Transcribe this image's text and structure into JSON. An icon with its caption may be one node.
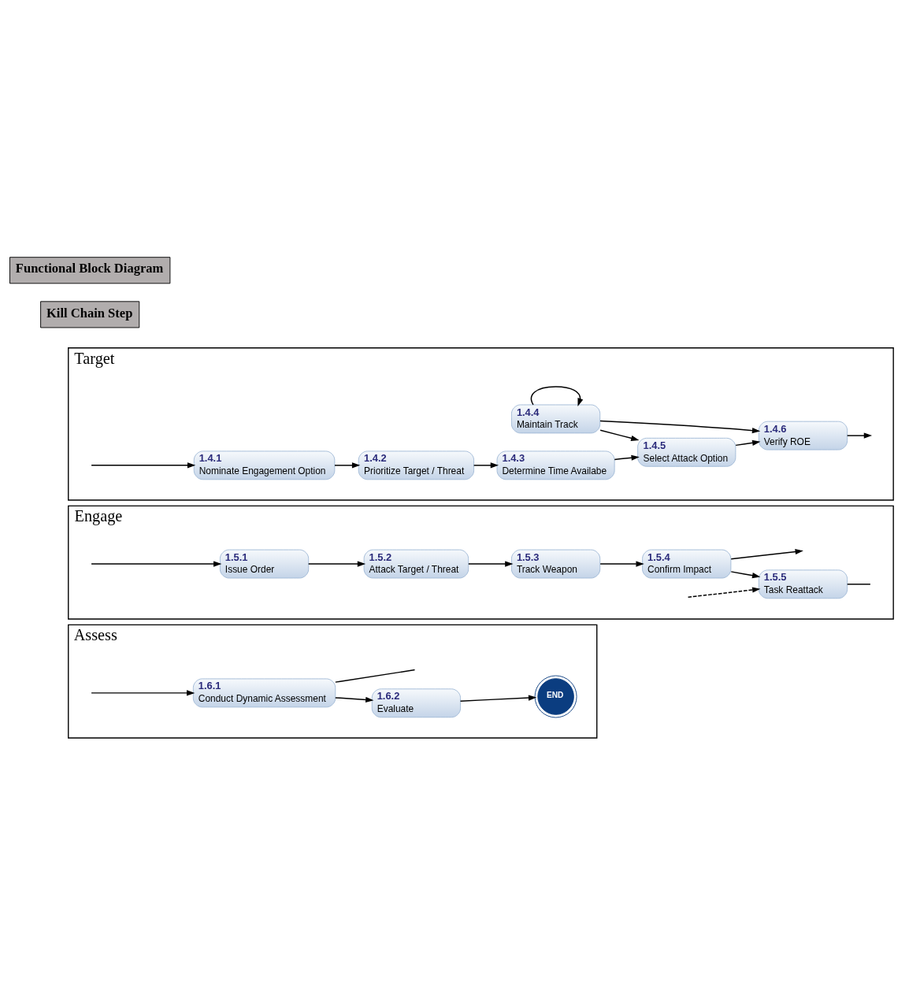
{
  "diagram": {
    "nodes": [
      {
        "text": [
          "Target"
        ]
      },
      {
        "text": [
          "1.4.1",
          "Nominate Engagement Option"
        ],
        "in": 0
      },
      {
        "text": [
          "1.4.2",
          "Prioritize Target / Threat"
        ],
        "in": 0
      },
      {
        "text": [
          "1.4.3",
          "Determine Time Availabe"
        ],
        "in": 0
      },
      {
        "text": [
          "1.4.4",
          "Maintain Track"
        ],
        "in": 0
      },
      {
        "text": [
          "1.4.5",
          "Select Attack Option"
        ],
        "in": 0
      },
      {
        "text": [
          "1.4.6",
          "Verify ROE"
        ],
        "in": 0
      },
      {
        "text": [
          "Engage"
        ]
      },
      {
        "text": [
          "1.5.1",
          "Issue Order"
        ],
        "in": 7
      },
      {
        "text": [
          "1.5.2",
          "Attack Target / Threat"
        ],
        "in": 7
      },
      {
        "text": [
          "1.5.3",
          "Track Weapon"
        ],
        "in": 7
      },
      {
        "text": [
          "1.5.4",
          "Confirm Impact"
        ],
        "in": 7
      },
      {
        "text": [
          "1.5.5",
          "Task Reattack"
        ],
        "in": 7
      },
      {
        "text": [
          "Assess"
        ]
      },
      {
        "text": [
          "1.6.1",
          "Conduct Dynamic Assessment"
        ],
        "in": 13
      },
      {
        "text": [
          "1.6.2",
          "Evaluate"
        ],
        "in": 13
      },
      {
        "text": [
          "END"
        ],
        "in": 13
      }
    ],
    "edges": [
      {
        "from": null,
        "to": 1,
        "arrow": "to"
      },
      {
        "from": 1,
        "to": 2,
        "arrow": "to"
      },
      {
        "from": 2,
        "to": 3,
        "arrow": "to"
      },
      {
        "from": 3,
        "to": 5,
        "arrow": "to"
      },
      {
        "from": 4,
        "to": 5,
        "arrow": "to"
      },
      {
        "from": 4,
        "to": 4,
        "arrow": "to"
      },
      {
        "from": 5,
        "to": 6,
        "arrow": "to"
      },
      {
        "from": 4,
        "to": 6,
        "arrow": "to"
      },
      {
        "from": 6,
        "to": null,
        "arrow": "to"
      },
      {
        "from": null,
        "to": 8,
        "arrow": "to"
      },
      {
        "from": 8,
        "to": 9,
        "arrow": "to"
      },
      {
        "from": 9,
        "to": 10,
        "arrow": "to"
      },
      {
        "from": 10,
        "to": 11,
        "arrow": "to"
      },
      {
        "from": 11,
        "to": null,
        "arrow": "to"
      },
      {
        "from": 11,
        "to": 12,
        "arrow": "to"
      },
      {
        "from": null,
        "to": 12,
        "arrow": "to",
        "style": "dashed"
      },
      {
        "from": 12,
        "to": null,
        "arrow": "none"
      },
      {
        "from": null,
        "to": 14,
        "arrow": "to"
      },
      {
        "from": 14,
        "to": 15,
        "arrow": "to"
      },
      {
        "from": 14,
        "to": null,
        "arrow": "none"
      },
      {
        "from": 15,
        "to": 16,
        "arrow": "to"
      }
    ],
    "labels": [
      "Kill Chain Step",
      "Functional Block Diagram"
    ]
  }
}
